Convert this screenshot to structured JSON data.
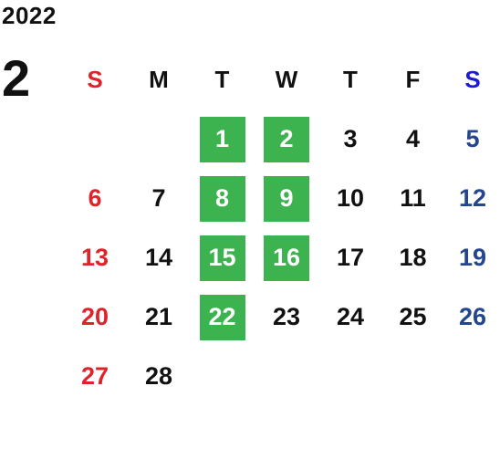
{
  "calendar": {
    "year": "2022",
    "month": "2",
    "weekdays": [
      "S",
      "M",
      "T",
      "W",
      "T",
      "F",
      "S"
    ],
    "leading_blanks": 2,
    "days": [
      "1",
      "2",
      "3",
      "4",
      "5",
      "6",
      "7",
      "8",
      "9",
      "10",
      "11",
      "12",
      "13",
      "14",
      "15",
      "16",
      "17",
      "18",
      "19",
      "20",
      "21",
      "22",
      "23",
      "24",
      "25",
      "26",
      "27",
      "28"
    ],
    "highlighted_days": [
      "1",
      "2",
      "8",
      "9",
      "15",
      "16",
      "22"
    ],
    "colors": {
      "sunday": "#e0232a",
      "saturday_header": "#1a1ad8",
      "saturday": "#23468f",
      "weekday": "#111111",
      "highlight_bg": "#3cb34e",
      "highlight_text": "#ffffff"
    }
  }
}
